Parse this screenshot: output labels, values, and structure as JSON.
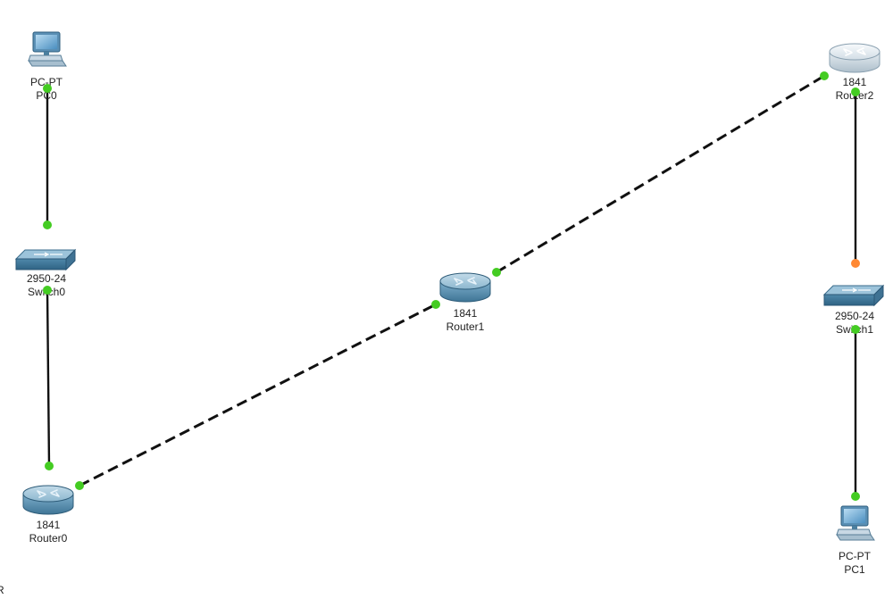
{
  "devices": [
    {
      "id": "pc0",
      "kind": "pc",
      "model": "PC-PT",
      "name": "PC0"
    },
    {
      "id": "switch0",
      "kind": "switch",
      "model": "2950-24",
      "name": "Switch0"
    },
    {
      "id": "router0",
      "kind": "router",
      "model": "1841",
      "name": "Router0"
    },
    {
      "id": "router1",
      "kind": "router",
      "model": "1841",
      "name": "Router1"
    },
    {
      "id": "router2",
      "kind": "router",
      "model": "1841",
      "name": "Router2"
    },
    {
      "id": "switch1",
      "kind": "switch",
      "model": "2950-24",
      "name": "Switch1"
    },
    {
      "id": "pc1",
      "kind": "pc",
      "model": "PC-PT",
      "name": "PC1"
    }
  ],
  "links": [
    {
      "from": "pc0",
      "to": "switch0",
      "cable": "copper-straight",
      "style": "solid",
      "status_from": "up",
      "status_to": "up"
    },
    {
      "from": "switch0",
      "to": "router0",
      "cable": "copper-straight",
      "style": "solid",
      "status_from": "up",
      "status_to": "up"
    },
    {
      "from": "router0",
      "to": "router1",
      "cable": "serial",
      "style": "dashed",
      "status_from": "up",
      "status_to": "up"
    },
    {
      "from": "router1",
      "to": "router2",
      "cable": "serial",
      "style": "dashed",
      "status_from": "up",
      "status_to": "up"
    },
    {
      "from": "router2",
      "to": "switch1",
      "cable": "copper-straight",
      "style": "solid",
      "status_from": "up",
      "status_to": "pending"
    },
    {
      "from": "switch1",
      "to": "pc1",
      "cable": "copper-straight",
      "style": "solid",
      "status_from": "up",
      "status_to": "up"
    }
  ],
  "colors": {
    "background": "#ffffff",
    "link": "#111111",
    "port_up": "#44cc22",
    "port_pending": "#ff8833",
    "device_body": "#5f93b3",
    "device_dark": "#3c6f8e",
    "device_light": "#a8c8dc",
    "router2_body": "#c9d6df",
    "label_text": "#222222"
  },
  "icons": {
    "pc": "pc-icon",
    "switch": "switch-icon",
    "router": "router-icon"
  }
}
